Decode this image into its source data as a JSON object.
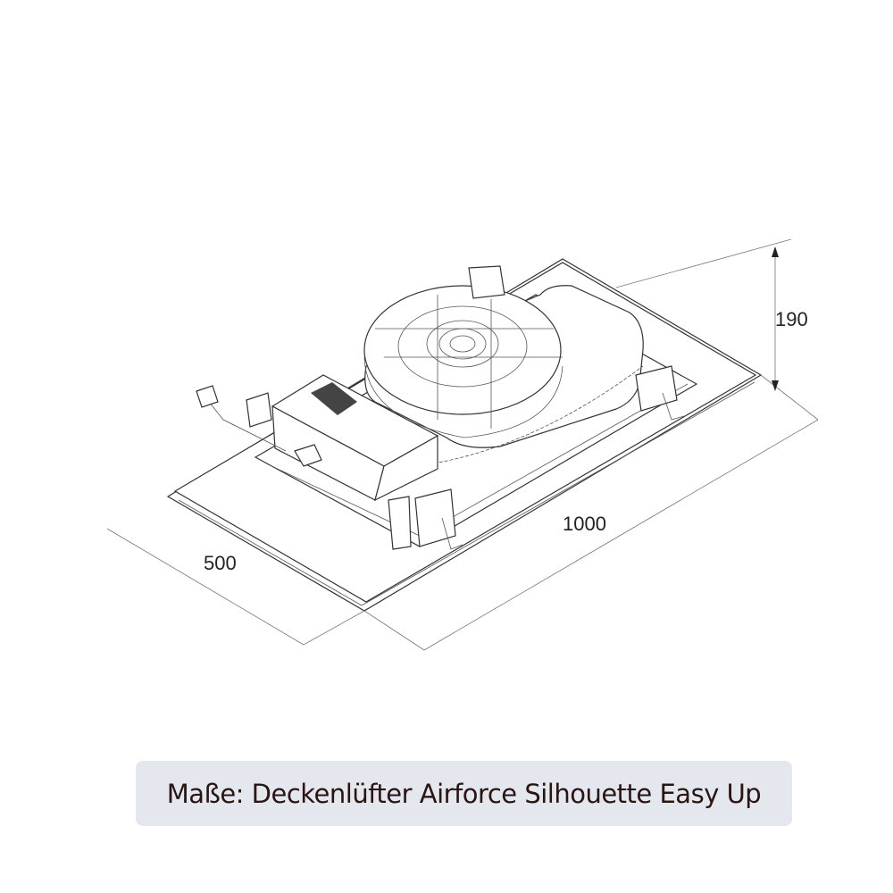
{
  "dimensions": {
    "height": "190",
    "length": "1000",
    "width": "500"
  },
  "caption": "Maße: Deckenlüfter Airforce Silhouette Easy Up"
}
